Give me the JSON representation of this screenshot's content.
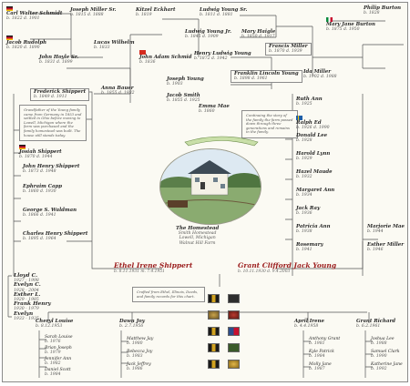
{
  "couple": {
    "husband": {
      "name": "Ethel Irene Shippert",
      "line": "b. 8.11.1931 m. 7.4.1951"
    },
    "wife": {
      "name": "Grant Clifford Jack Young",
      "line": "b. 10.11.1930 d. 9.4.2003"
    }
  },
  "homestead": {
    "title": "The Homestead",
    "lines": [
      "Smith Homestead",
      "Lowell, Michigan",
      "Walnut Hill Farm"
    ]
  },
  "note_text": "Grandfather of the Young family came from Germany in 1853 and settled in Ohio before moving to Lowell, Michigan where the farm was purchased and the family homestead was built. The house still stands today.",
  "note_text_2": "Continuing the story of the family the farm passed down through three generations and remains in the family.",
  "note_text_3": "Crafted from Ethel, Illinois, Deeds, and family records for this chart.",
  "ancestors_left": [
    {
      "name": "Carl Walter Schmidt",
      "line": "b. 1822 d. 1901"
    },
    {
      "name": "Joseph Miller Sr.",
      "line": "b. 1815 d. 1888"
    },
    {
      "name": "Kitzel Eckhart",
      "line": "b. 1819"
    },
    {
      "name": "Jacob Rudolph",
      "line": "b. 1820 d. 1890"
    },
    {
      "name": "John Hoyle Sr.",
      "line": "b. 1831 d. 1899"
    },
    {
      "name": "Frederick Shippert",
      "line": "b. 1849 d. 1911"
    },
    {
      "name": "Lucas Wilhelm",
      "line": "b. 1833"
    },
    {
      "name": "Anna Bauer",
      "line": "b. 1855 d. 1932"
    },
    {
      "name": "John Adam Schmid",
      "line": "b. 1836"
    },
    {
      "name": "Josiah Shippert",
      "line": "b. 1870 d. 1944"
    },
    {
      "name": "John Henry Shippert",
      "line": "b. 1873 d. 1948"
    },
    {
      "name": "Ephraim Capp",
      "line": "b. 1860 d. 1930"
    },
    {
      "name": "George S. Waldman",
      "line": "b. 1866 d. 1941"
    },
    {
      "name": "Charles Henry Shippert",
      "line": "b. 1895 d. 1964"
    }
  ],
  "ancestors_right": [
    {
      "name": "Ludwig Young Sr.",
      "line": "b. 1811 d. 1881"
    },
    {
      "name": "Philip Burton",
      "line": "b. 1828"
    },
    {
      "name": "Ludwig Young Jr.",
      "line": "b. 1845 d. 1909"
    },
    {
      "name": "Mary Haigle",
      "line": "b. 1850 d. 1917"
    },
    {
      "name": "Henry Ludwig Young",
      "line": "b. 1872 d. 1942"
    },
    {
      "name": "Francis Miller",
      "line": "b. 1870 d. 1939"
    },
    {
      "name": "Mary Jane Burton",
      "line": "b. 1875 d. 1950"
    },
    {
      "name": "Franklin Lincoln Young",
      "line": "b. 1898 d. 1961"
    },
    {
      "name": "Ida Miller",
      "line": "b. 1902 d. 1988"
    },
    {
      "name": "Joseph Young",
      "line": "b. 1903"
    },
    {
      "name": "Jacob Smith",
      "line": "b. 1855 d. 1925"
    },
    {
      "name": "Emma Mae",
      "line": "b. 1860"
    }
  ],
  "siblings_left": [
    {
      "name": "Lloyd C.",
      "line": "1927 - 1998"
    },
    {
      "name": "Evelyn C.",
      "line": "1928 - 2004"
    },
    {
      "name": "Esther L.",
      "line": "1929 - 1985"
    },
    {
      "name": "Frank Henry",
      "line": "1930 - 1979"
    },
    {
      "name": "Evelyn",
      "line": "1933 - 1935"
    }
  ],
  "siblings_right": [
    {
      "name": "Ruth Ann",
      "line": "b. 1925"
    },
    {
      "name": "Ralph Ed",
      "line": "b. 1926 d. 1990"
    },
    {
      "name": "Donald Lee",
      "line": "b. 1928"
    },
    {
      "name": "Harold Lynn",
      "line": "b. 1929"
    },
    {
      "name": "Hazel Maude",
      "line": "b. 1932"
    },
    {
      "name": "Margaret Ann",
      "line": "b. 1934"
    },
    {
      "name": "Jack Ray",
      "line": "b. 1936"
    },
    {
      "name": "Patricia Ann",
      "line": "b. 1938"
    },
    {
      "name": "Rosemary",
      "line": "b. 1941"
    },
    {
      "name": "Marjorie Mae",
      "line": "b. 1944"
    },
    {
      "name": "Esther Miller",
      "line": "b. 1946"
    }
  ],
  "children": [
    {
      "name": "Cheryl Louise",
      "line": "b. 8.12.1953"
    },
    {
      "name": "Dawn Joy",
      "line": "b. 2.7.1956"
    },
    {
      "name": "April Irene",
      "line": "b. 4.4.1958"
    },
    {
      "name": "Grant Richard",
      "line": "b. 6.2.1961"
    }
  ],
  "grandchildren": [
    {
      "name": "Sarah Louise",
      "line": "b. 1976"
    },
    {
      "name": "Brian Joseph",
      "line": "b. 1979"
    },
    {
      "name": "Jennifer Ann",
      "line": "b. 1982"
    },
    {
      "name": "Daniel Scott",
      "line": "b. 1984"
    },
    {
      "name": "Matthew Jay",
      "line": "b. 1980"
    },
    {
      "name": "Rebecca Joy",
      "line": "b. 1983"
    },
    {
      "name": "Jack Jeffrey",
      "line": "b. 1986"
    },
    {
      "name": "Anthony Grant",
      "line": "b. 1981"
    },
    {
      "name": "Kyle Patrick",
      "line": "b. 1984"
    },
    {
      "name": "Molly Jane",
      "line": "b. 1987"
    },
    {
      "name": "Joshua Lee",
      "line": "b. 1988"
    },
    {
      "name": "Samuel Clark",
      "line": "b. 1990"
    },
    {
      "name": "Katherine Jane",
      "line": "b. 1992"
    }
  ],
  "flag_colors": {
    "germany": [
      "#1a1a1a",
      "#c8102e",
      "#f2c200"
    ],
    "switzerland": "#d52b1e",
    "sweden": [
      "#1f5fa8",
      "#f2c200"
    ],
    "italy": [
      "#0b8a3c",
      "#ffffff",
      "#c8102e"
    ]
  },
  "accent_color": "#9a1b1b",
  "line_color": "#555555"
}
